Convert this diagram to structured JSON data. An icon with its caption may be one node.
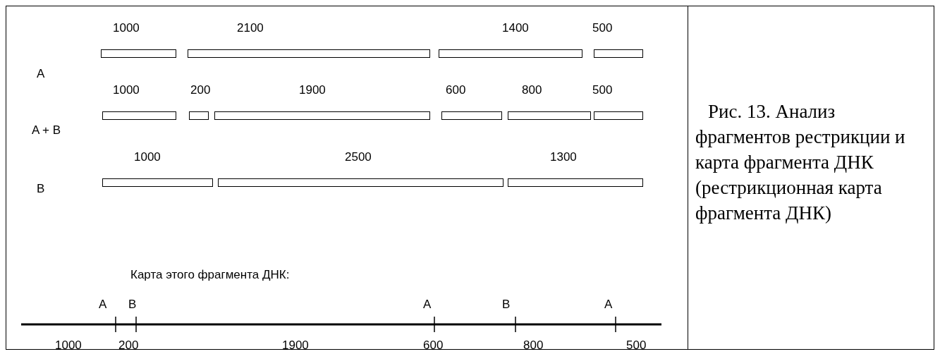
{
  "diagram": {
    "caption": "Рис. 13. Анализ фрагментов рестрикции и карта фрагмента ДНК (рестрикционная карта фрагмента ДНК)",
    "nodes": [
      {
        "text": [
          "1000"
        ]
      },
      {
        "text": [
          "2100"
        ]
      },
      {
        "text": [
          "1400"
        ]
      },
      {
        "text": [
          "500"
        ]
      },
      {
        "text": [
          "1000"
        ]
      },
      {
        "text": [
          "200"
        ]
      },
      {
        "text": [
          "1900"
        ]
      },
      {
        "text": [
          "600"
        ]
      },
      {
        "text": [
          "800"
        ]
      },
      {
        "text": [
          "500"
        ]
      },
      {
        "text": [
          "1000"
        ]
      },
      {
        "text": [
          "2500"
        ]
      },
      {
        "text": [
          "1300"
        ]
      }
    ],
    "labels": [
      "A",
      "A + B",
      "B",
      "Карта этого фрагмента ДНК:",
      "A",
      "B",
      "A",
      "B",
      "A",
      "1000",
      "200",
      "1900",
      "600",
      "800",
      "500"
    ]
  }
}
